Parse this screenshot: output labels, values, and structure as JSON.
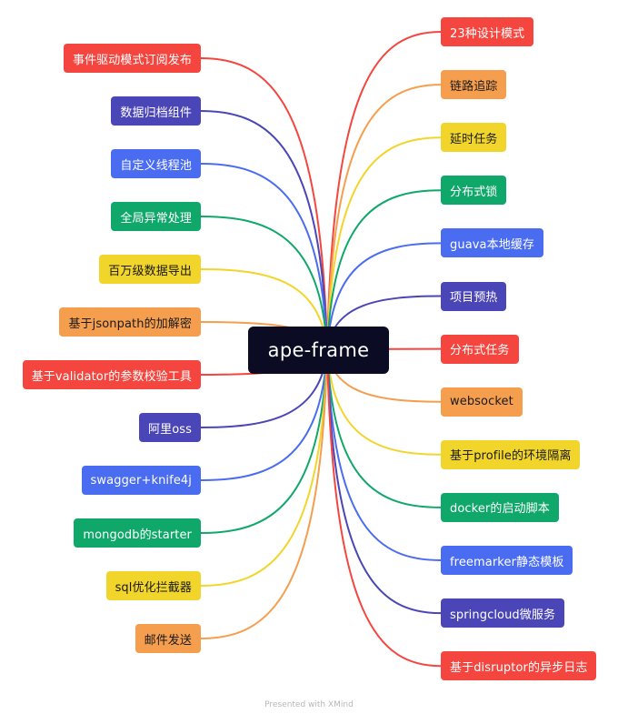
{
  "center": {
    "label": "ape-frame"
  },
  "credit": "Presented with XMind",
  "colors": {
    "red": "#f4463f",
    "orange": "#f59e4e",
    "yellow": "#f1d52a",
    "green": "#10a86a",
    "blue": "#4a6cf0",
    "indigo": "#4b46b8",
    "center_bg": "#0b0b24"
  },
  "left_topics": [
    {
      "label": "事件驱动模式订阅发布",
      "color": "red"
    },
    {
      "label": "数据归档组件",
      "color": "indigo"
    },
    {
      "label": "自定义线程池",
      "color": "blue"
    },
    {
      "label": "全局异常处理",
      "color": "green"
    },
    {
      "label": "百万级数据导出",
      "color": "yellow"
    },
    {
      "label": "基于jsonpath的加解密",
      "color": "orange"
    },
    {
      "label": "基于validator的参数校验工具",
      "color": "red"
    },
    {
      "label": "阿里oss",
      "color": "indigo"
    },
    {
      "label": "swagger+knife4j",
      "color": "blue"
    },
    {
      "label": "mongodb的starter",
      "color": "green"
    },
    {
      "label": "sql优化拦截器",
      "color": "yellow"
    },
    {
      "label": "邮件发送",
      "color": "orange"
    }
  ],
  "right_topics": [
    {
      "label": "23种设计模式",
      "color": "red"
    },
    {
      "label": "链路追踪",
      "color": "orange"
    },
    {
      "label": "延时任务",
      "color": "yellow"
    },
    {
      "label": "分布式锁",
      "color": "green"
    },
    {
      "label": "guava本地缓存",
      "color": "blue"
    },
    {
      "label": "项目预热",
      "color": "indigo"
    },
    {
      "label": "分布式任务",
      "color": "red"
    },
    {
      "label": "websocket",
      "color": "orange"
    },
    {
      "label": "基于profile的环境隔离",
      "color": "yellow"
    },
    {
      "label": "docker的启动脚本",
      "color": "green"
    },
    {
      "label": "freemarker静态模板",
      "color": "blue"
    },
    {
      "label": "springcloud微服务",
      "color": "indigo"
    },
    {
      "label": "基于disruptor的异步日志",
      "color": "red"
    }
  ]
}
